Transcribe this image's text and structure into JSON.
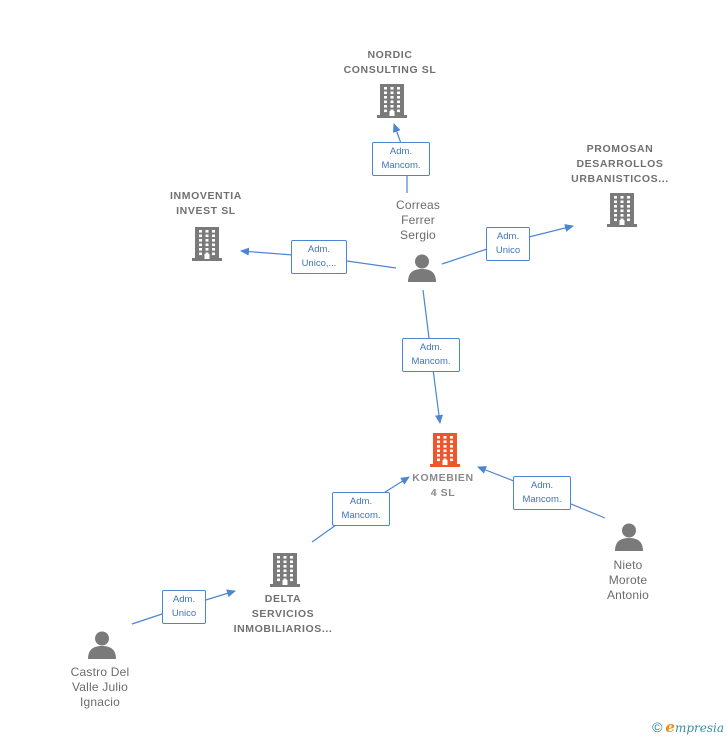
{
  "nodes": [
    {
      "id": "nordic",
      "type": "company",
      "lines": [
        "NORDIC",
        "CONSULTING SL"
      ],
      "icon": "building-icon"
    },
    {
      "id": "promosan",
      "type": "company",
      "lines": [
        "PROMOSAN",
        "DESARROLLOS",
        "URBANISTICOS..."
      ],
      "icon": "building-icon"
    },
    {
      "id": "inmoventia",
      "type": "company",
      "lines": [
        "INMOVENTIA",
        "INVEST  SL"
      ],
      "icon": "building-icon"
    },
    {
      "id": "correas",
      "type": "person",
      "lines": [
        "Correas",
        "Ferrer",
        "Sergio"
      ],
      "icon": "person-icon"
    },
    {
      "id": "komebien",
      "type": "company",
      "focus": true,
      "lines": [
        "KOMEBIEN",
        "4  SL"
      ],
      "icon": "building-icon"
    },
    {
      "id": "nieto",
      "type": "person",
      "lines": [
        "Nieto",
        "Morote",
        "Antonio"
      ],
      "icon": "person-icon"
    },
    {
      "id": "delta",
      "type": "company",
      "lines": [
        "DELTA",
        "SERVICIOS",
        "INMOBILIARIOS..."
      ],
      "icon": "building-icon"
    },
    {
      "id": "castro",
      "type": "person",
      "lines": [
        "Castro Del",
        "Valle Julio",
        "Ignacio"
      ],
      "icon": "person-icon"
    }
  ],
  "edges": [
    {
      "id": "e1",
      "from": "correas",
      "to": "nordic",
      "lines": [
        "Adm.",
        "Mancom."
      ]
    },
    {
      "id": "e2",
      "from": "correas",
      "to": "promosan",
      "lines": [
        "Adm.",
        "Unico"
      ]
    },
    {
      "id": "e3",
      "from": "correas",
      "to": "inmoventia",
      "lines": [
        "Adm.",
        "Unico,..."
      ]
    },
    {
      "id": "e4",
      "from": "correas",
      "to": "komebien",
      "lines": [
        "Adm.",
        "Mancom."
      ]
    },
    {
      "id": "e5",
      "from": "nieto",
      "to": "komebien",
      "lines": [
        "Adm.",
        "Mancom."
      ]
    },
    {
      "id": "e6",
      "from": "delta",
      "to": "komebien",
      "lines": [
        "Adm.",
        "Mancom."
      ]
    },
    {
      "id": "e7",
      "from": "castro",
      "to": "delta",
      "lines": [
        "Adm.",
        "Unico"
      ]
    }
  ],
  "colors": {
    "edge": "#4a86d1",
    "node_icon": "#7a7a7a",
    "focus_icon": "#f0552b",
    "label_text": "#6b6b6b"
  },
  "footer": {
    "copyright": "©",
    "brand_initial": "e",
    "brand_rest": "mpresia"
  }
}
